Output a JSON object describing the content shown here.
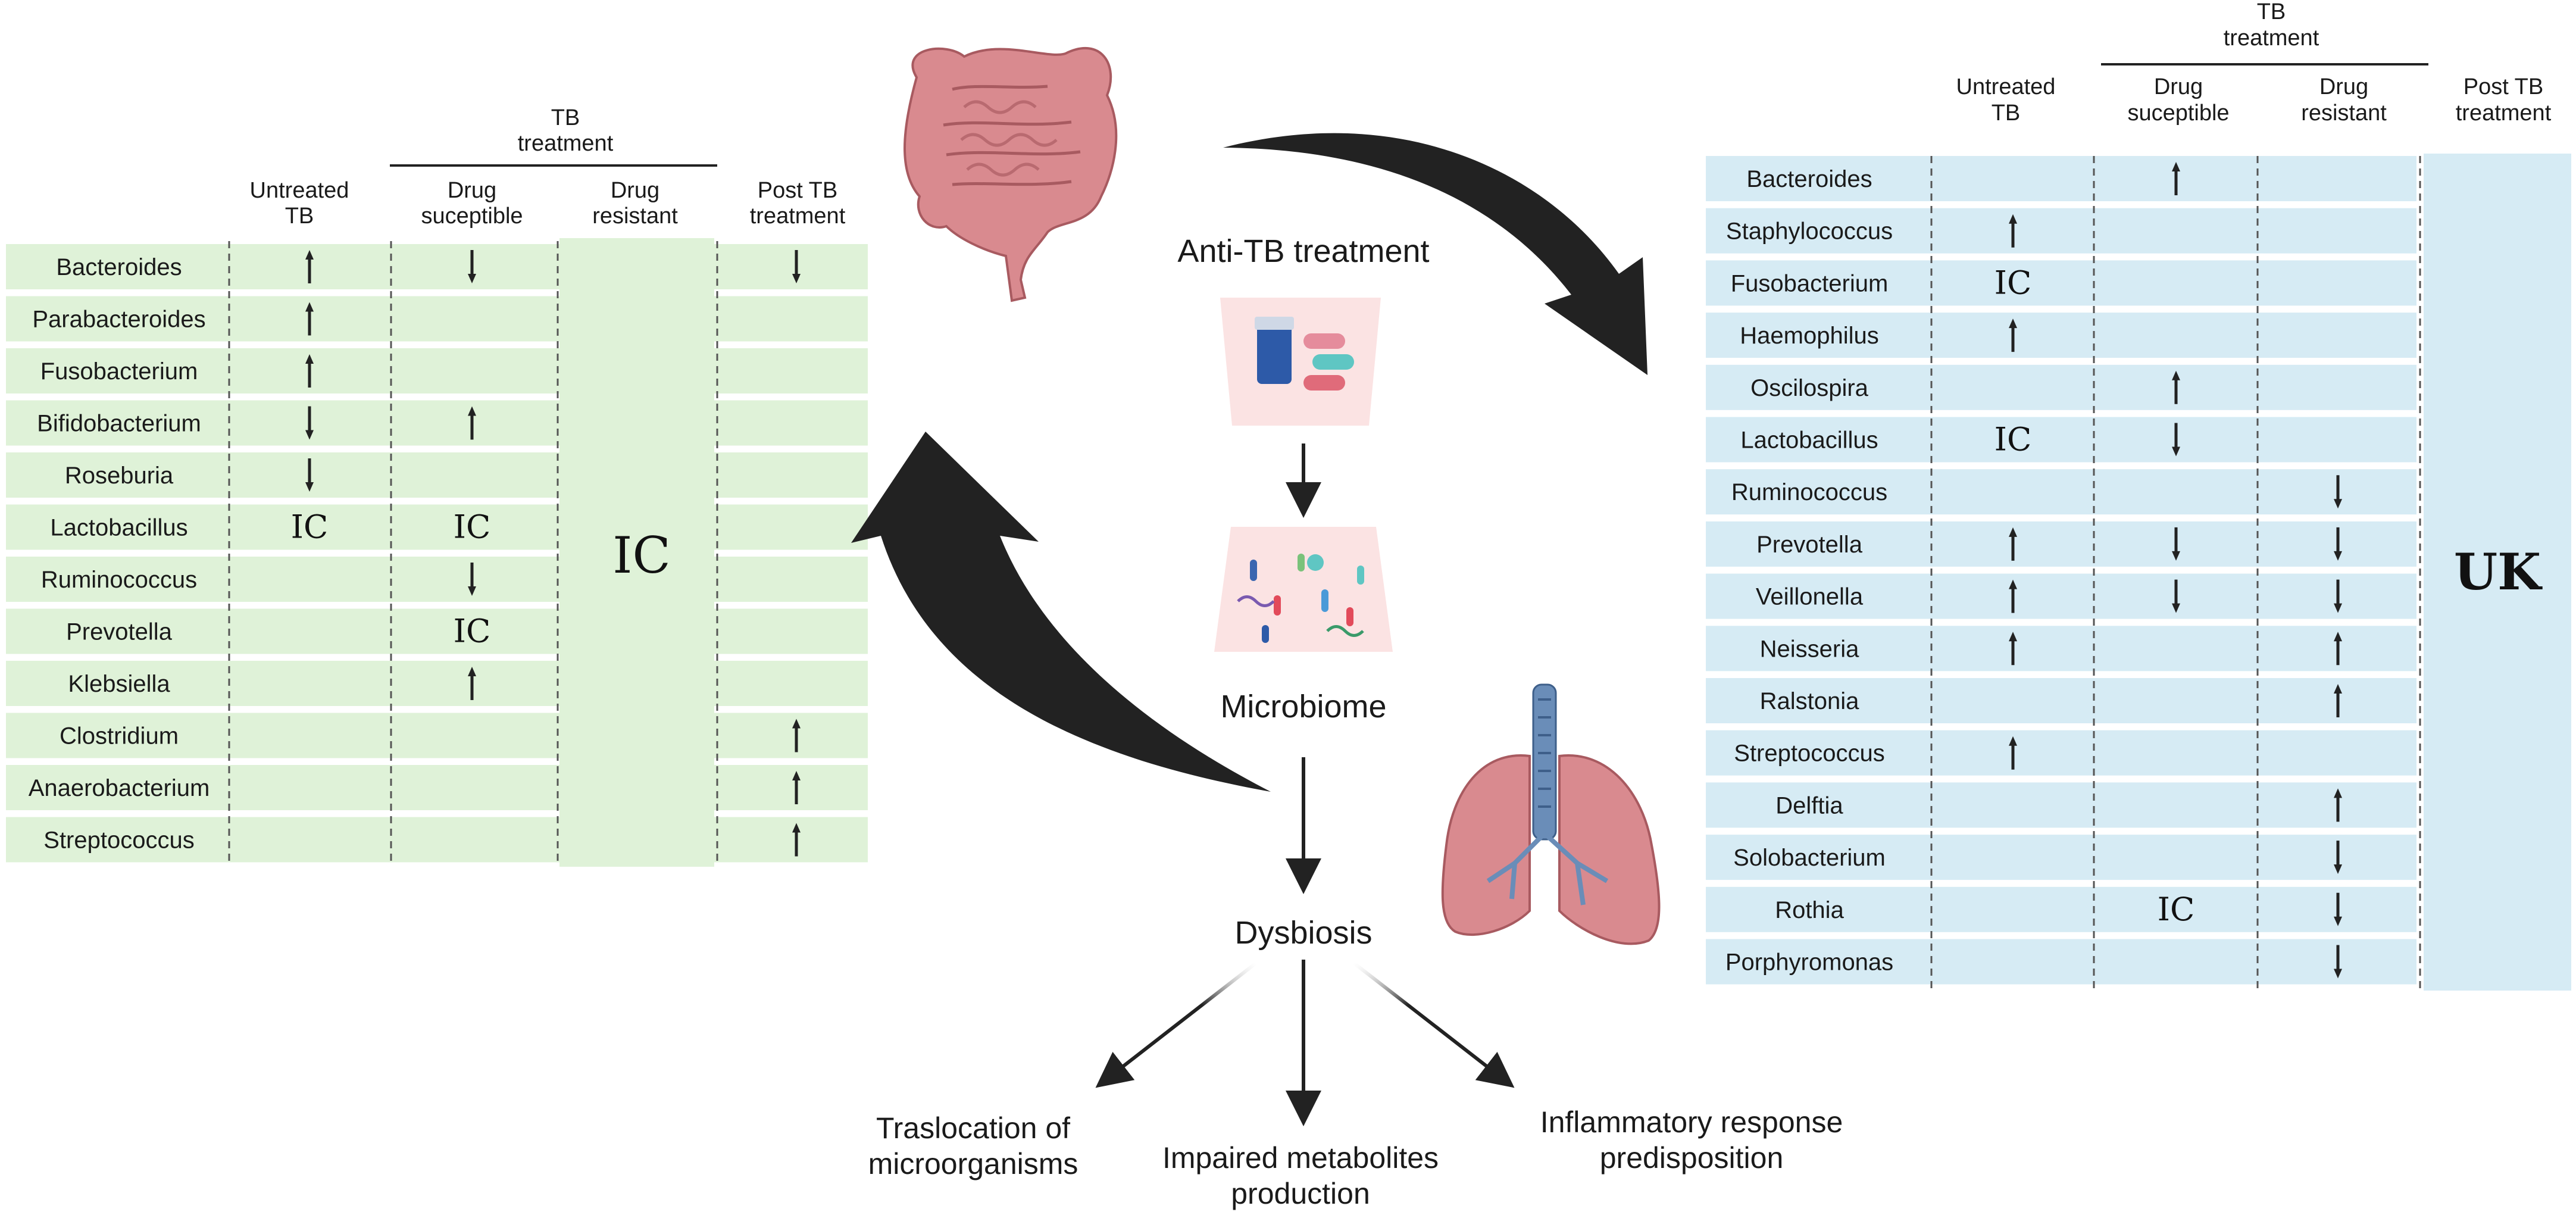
{
  "left_table": {
    "tb_treatment_label": [
      "TB",
      "treatment"
    ],
    "columns": [
      [
        "Untreated",
        "TB"
      ],
      [
        "Drug",
        "suceptible"
      ],
      [
        "Drug",
        "resistant"
      ],
      [
        "Post TB",
        "treatment"
      ]
    ],
    "rows": [
      {
        "name": "Bacteroides",
        "cells": [
          "up",
          "down",
          "",
          "down"
        ]
      },
      {
        "name": "Parabacteroides",
        "cells": [
          "up",
          "",
          "",
          ""
        ]
      },
      {
        "name": "Fusobacterium",
        "cells": [
          "up",
          "",
          "",
          ""
        ]
      },
      {
        "name": "Bifidobacterium",
        "cells": [
          "down",
          "up",
          "",
          ""
        ]
      },
      {
        "name": "Roseburia",
        "cells": [
          "down",
          "",
          "",
          ""
        ]
      },
      {
        "name": "Lactobacillus",
        "cells": [
          "IC",
          "IC",
          "",
          ""
        ]
      },
      {
        "name": "Ruminococcus",
        "cells": [
          "",
          "down",
          "",
          ""
        ]
      },
      {
        "name": "Prevotella",
        "cells": [
          "",
          "IC",
          "",
          ""
        ]
      },
      {
        "name": "Klebsiella",
        "cells": [
          "",
          "up",
          "",
          ""
        ]
      },
      {
        "name": "Clostridium",
        "cells": [
          "",
          "",
          "",
          "up"
        ]
      },
      {
        "name": "Anaerobacterium",
        "cells": [
          "",
          "",
          "",
          "up"
        ]
      },
      {
        "name": "Streptococcus",
        "cells": [
          "",
          "",
          "",
          "up"
        ]
      }
    ],
    "merged_column_text": "IC"
  },
  "right_table": {
    "tb_treatment_label": [
      "TB",
      "treatment"
    ],
    "columns": [
      [
        "Untreated",
        "TB"
      ],
      [
        "Drug",
        "suceptible"
      ],
      [
        "Drug",
        "resistant"
      ],
      [
        "Post TB",
        "treatment"
      ]
    ],
    "rows": [
      {
        "name": "Bacteroides",
        "cells": [
          "",
          "up",
          ""
        ]
      },
      {
        "name": "Staphylococcus",
        "cells": [
          "up",
          "",
          ""
        ]
      },
      {
        "name": "Fusobacterium",
        "cells": [
          "IC",
          "",
          ""
        ]
      },
      {
        "name": "Haemophilus",
        "cells": [
          "up",
          "",
          ""
        ]
      },
      {
        "name": "Oscilospira",
        "cells": [
          "",
          "up",
          ""
        ]
      },
      {
        "name": "Lactobacillus",
        "cells": [
          "IC",
          "down",
          ""
        ]
      },
      {
        "name": "Ruminococcus",
        "cells": [
          "",
          "",
          "down"
        ]
      },
      {
        "name": "Prevotella",
        "cells": [
          "up",
          "down",
          "down"
        ]
      },
      {
        "name": "Veillonella",
        "cells": [
          "up",
          "down",
          "down"
        ]
      },
      {
        "name": "Neisseria",
        "cells": [
          "up",
          "",
          "up"
        ]
      },
      {
        "name": "Ralstonia",
        "cells": [
          "",
          "",
          "up"
        ]
      },
      {
        "name": "Streptococcus",
        "cells": [
          "up",
          "",
          ""
        ]
      },
      {
        "name": "Delftia",
        "cells": [
          "",
          "",
          "up"
        ]
      },
      {
        "name": "Solobacterium",
        "cells": [
          "",
          "",
          "down"
        ]
      },
      {
        "name": "Rothia",
        "cells": [
          "",
          "IC",
          "down"
        ]
      },
      {
        "name": "Porphyromonas",
        "cells": [
          "",
          "",
          "down"
        ]
      }
    ],
    "merged_column_text": "UK"
  },
  "center": {
    "anti_tb_label": "Anti-TB treatment",
    "microbiome_label": "Microbiome",
    "dysbiosis_label": "Dysbiosis",
    "outcomes": [
      [
        "Traslocation of",
        "microorganisms"
      ],
      [
        "Impaired metabolites",
        "production"
      ],
      [
        "Inflammatory response",
        "predisposition"
      ]
    ]
  },
  "colors": {
    "gut_row": "#dff2d8",
    "lung_row": "#d6ebf4",
    "arrow": "#222222",
    "organ_pink": "#d98a8f",
    "trachea_blue": "#6a8db8"
  }
}
